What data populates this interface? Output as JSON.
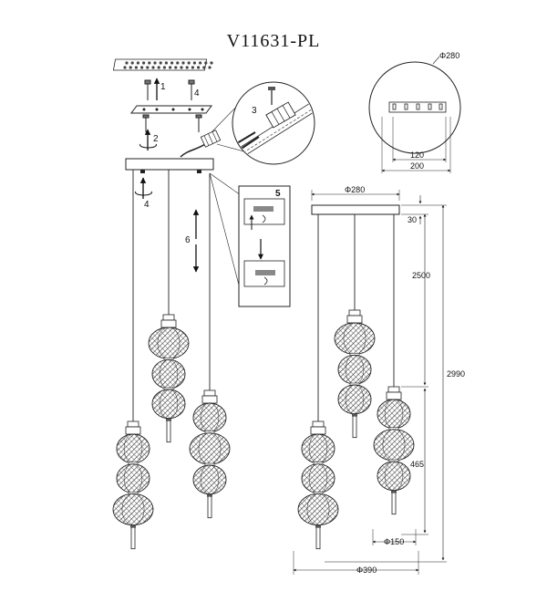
{
  "title": "V11631-PL",
  "steps": {
    "s1": "1",
    "s2": "2",
    "s3": "3",
    "s4a": "4",
    "s4b": "4",
    "s5": "5",
    "s6": "6"
  },
  "plan_view": {
    "diameter": "Φ280",
    "slot_spacing": "120",
    "plate_width": "200"
  },
  "dimensions": {
    "canopy_diameter": "Φ280",
    "canopy_height": "30",
    "cable_length": "2500",
    "total_height": "2990",
    "pendant_height": "465",
    "pendant_diameter": "Φ150",
    "spread_diameter": "Φ390"
  }
}
